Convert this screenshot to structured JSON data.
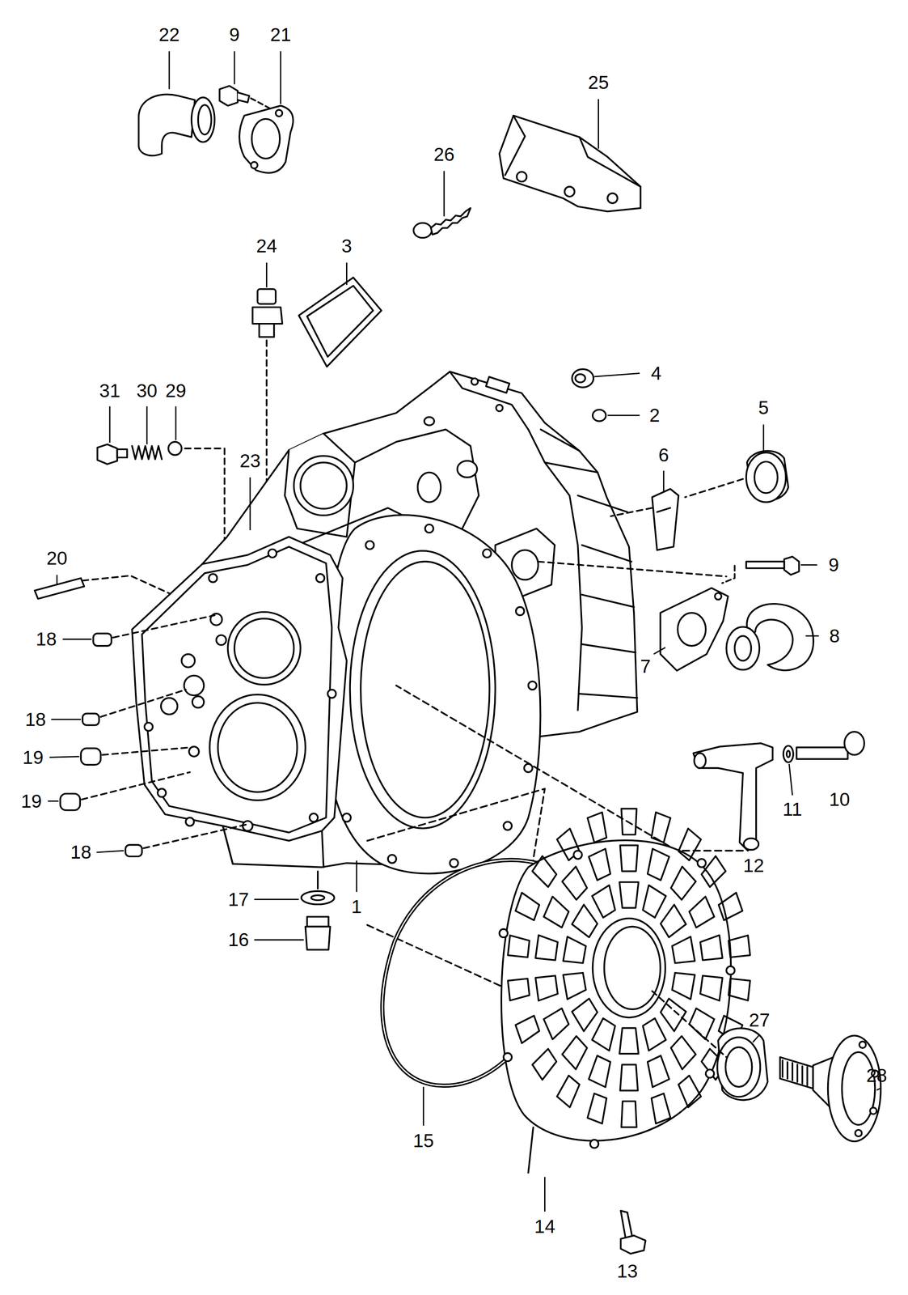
{
  "diagram": {
    "labels": [
      "22",
      "9",
      "21",
      "25",
      "26",
      "24",
      "3",
      "4",
      "2",
      "31",
      "30",
      "29",
      "5",
      "6",
      "23",
      "20",
      "9",
      "18",
      "8",
      "7",
      "18",
      "19",
      "19",
      "10",
      "11",
      "12",
      "18",
      "17",
      "1",
      "16",
      "27",
      "28",
      "15",
      "14",
      "13"
    ]
  }
}
